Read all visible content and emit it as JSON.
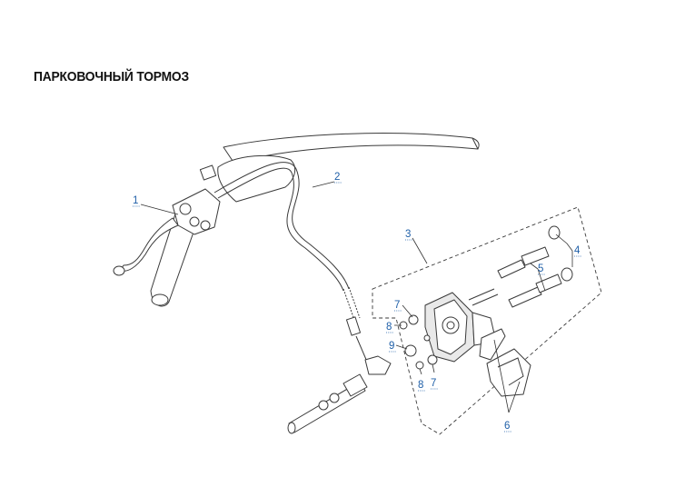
{
  "title": "ПАРКОВОЧНЫЙ ТОРМОЗ",
  "callouts": {
    "c1": "1",
    "c2": "2",
    "c3": "3",
    "c4": "4",
    "c5": "5",
    "c6": "6",
    "c7a": "7",
    "c7b": "7",
    "c8a": "8",
    "c8b": "8",
    "c9": "9"
  },
  "colors": {
    "callout": "#1f5fa8",
    "line": "#3a3a3a"
  }
}
